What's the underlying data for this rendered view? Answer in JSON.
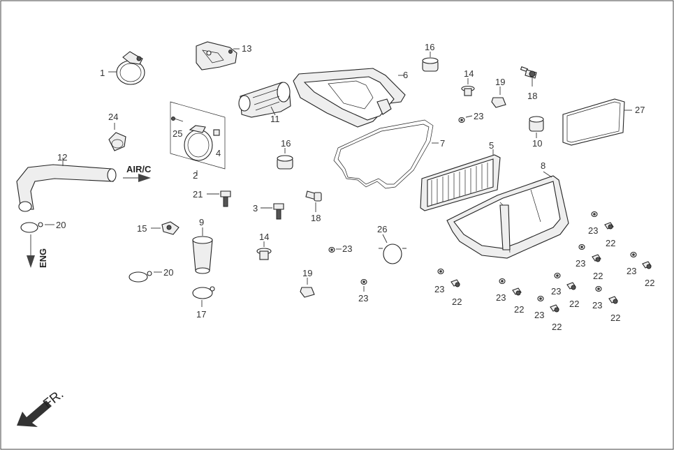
{
  "labels": {
    "air_c": "AIR/C",
    "eng": "ENG",
    "fr": "FR."
  },
  "callouts": [
    "1",
    "2",
    "3",
    "4",
    "5",
    "6",
    "7",
    "8",
    "9",
    "10",
    "11",
    "12",
    "13",
    "14",
    "15",
    "16",
    "17",
    "18",
    "19",
    "20",
    "21",
    "22",
    "23",
    "24",
    "25",
    "26",
    "27"
  ]
}
